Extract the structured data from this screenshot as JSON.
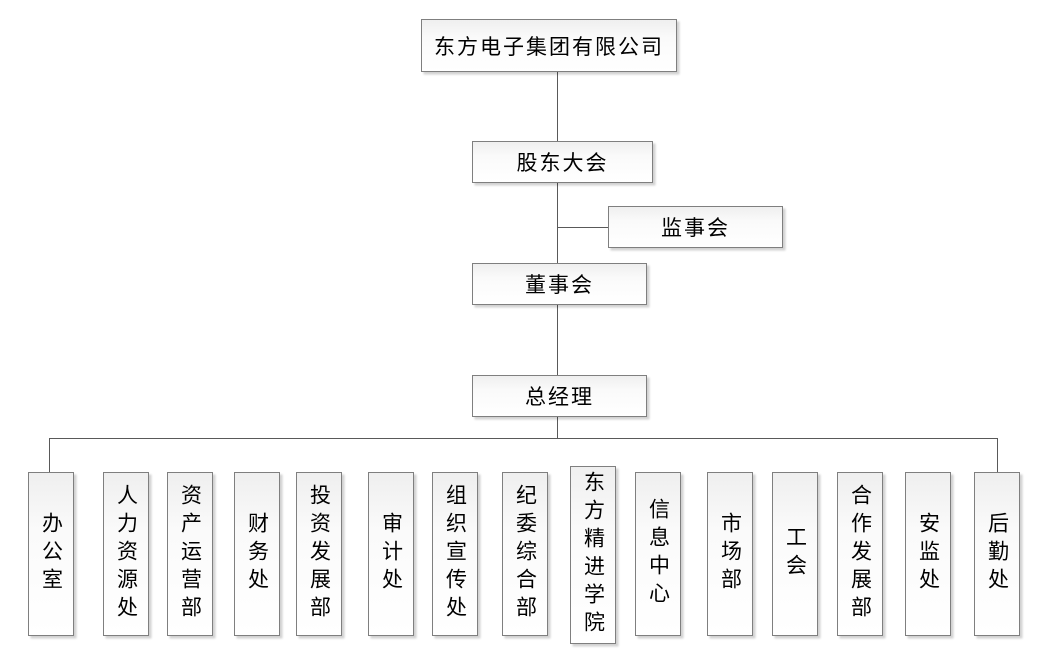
{
  "org": {
    "company": "东方电子集团有限公司",
    "shareholders_meeting": "股东大会",
    "supervisory_board": "监事会",
    "board_of_directors": "董事会",
    "general_manager": "总经理",
    "departments": [
      "办公室",
      "人力资源处",
      "资产运营部",
      "财务处",
      "投资发展部",
      "审计处",
      "组织宣传处",
      "纪委综合部",
      "东方精进学院",
      "信息中心",
      "市场部",
      "工会",
      "合作发展部",
      "安监处",
      "后勤处"
    ]
  },
  "colors": {
    "box_border": "#7f7f7f",
    "connector_line": "#595959",
    "box_fill_top": "#efefef",
    "box_fill_bottom": "#ffffff",
    "background": "#ffffff"
  }
}
